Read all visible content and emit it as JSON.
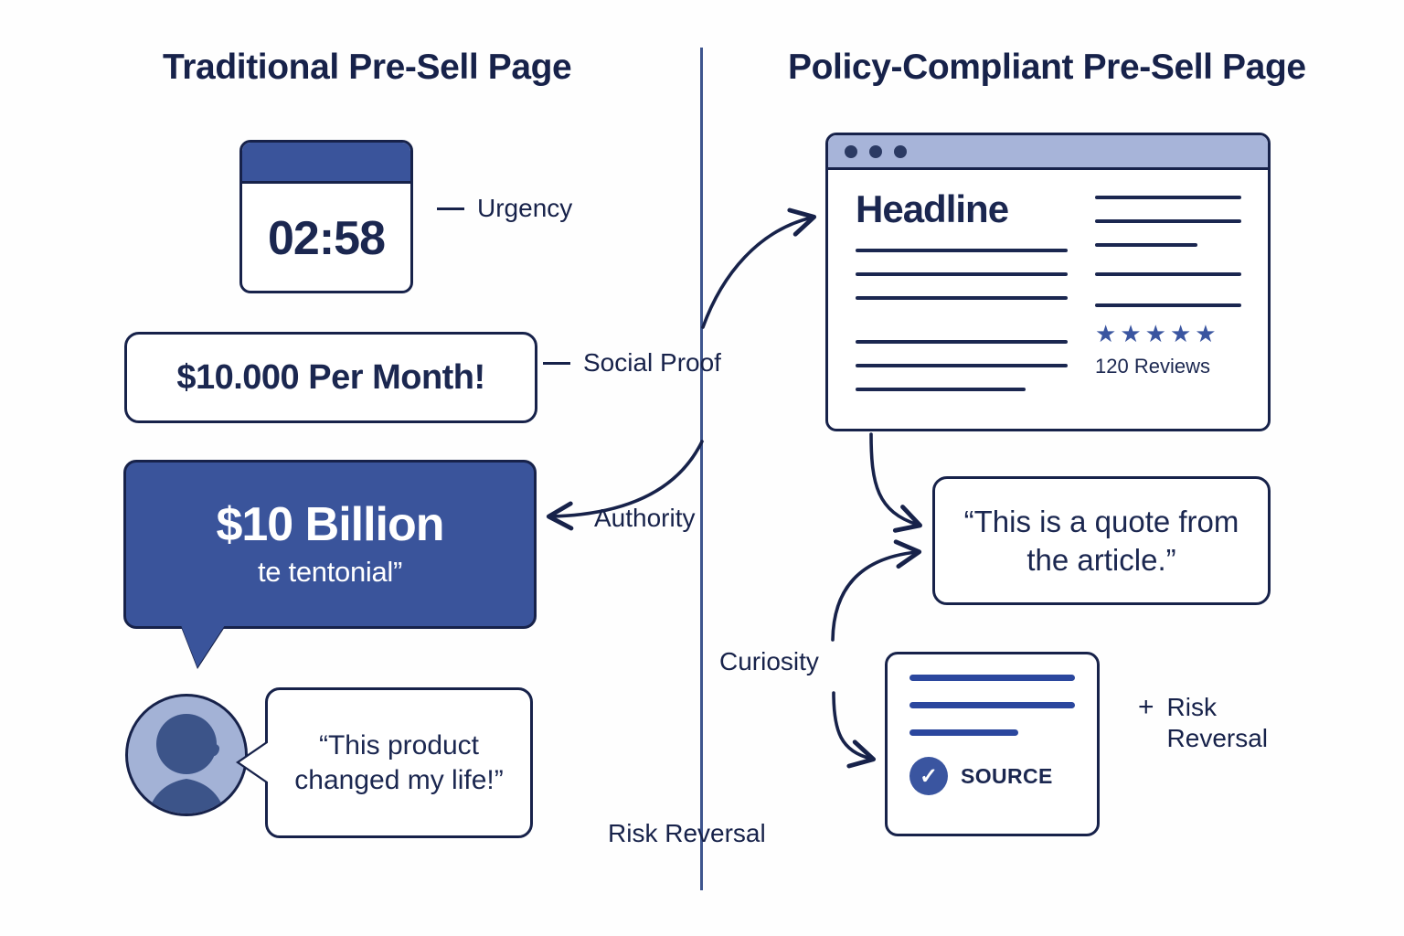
{
  "titles": {
    "left": "Traditional Pre-Sell Page",
    "right": "Policy-Compliant Pre-Sell Page"
  },
  "colors": {
    "navy": "#17224A",
    "blue": "#3A549B",
    "light_blue": "#A7B4D9",
    "accent_blue": "#2B479E",
    "background": "#FEFEFE"
  },
  "left_column": {
    "timer": {
      "value": "02:58",
      "label": "Urgency"
    },
    "social_proof": {
      "text": "$10.000 Per Month!",
      "label": "Social Proof"
    },
    "big_bubble": {
      "main": "$10 Billion",
      "sub": "te tentonial”"
    },
    "testimonial": {
      "text": "“This product changed my life!”",
      "avatar": "person-silhouette"
    }
  },
  "center_labels": {
    "urgency": "Urgency",
    "social_proof": "Social Proof",
    "authority": "Authority",
    "curiosity": "Curiosity",
    "risk_reversal": "Risk Reversal"
  },
  "right_column": {
    "browser": {
      "traffic_dots": 3,
      "headline": "Headline",
      "left_text_lines": [
        232,
        232,
        232,
        232,
        232,
        186
      ],
      "right_text_lines": [
        160,
        160,
        112,
        160,
        160
      ],
      "stars": 5,
      "star_glyph": "★",
      "reviews": "120 Reviews"
    },
    "quote_card": {
      "text": "“This is a quote from the article.”"
    },
    "source_card": {
      "lines": [
        100,
        100,
        66
      ],
      "badge_icon": "check-icon",
      "badge_glyph": "✓",
      "label": "SOURCE"
    },
    "risk_reversal_note": {
      "plus": "+",
      "line1": "Risk",
      "line2": "Reversal"
    }
  }
}
